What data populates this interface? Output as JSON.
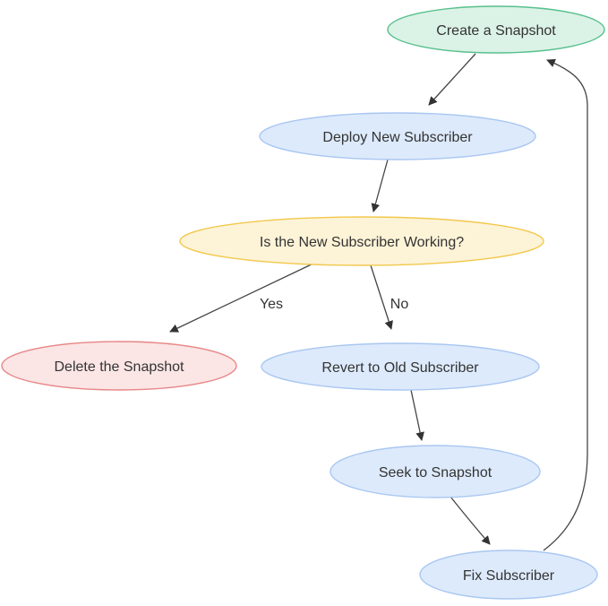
{
  "diagram": {
    "background": "#ffffff",
    "edge_color": "#454545",
    "arrowhead_color": "#333333",
    "text_color": "#333333"
  },
  "nodes": [
    {
      "id": "create-a-snapshot",
      "label": "Create a Snapshot",
      "fill": "#dbf2e6",
      "stroke": "#58c08d"
    },
    {
      "id": "deploy-new-subscriber",
      "label": "Deploy New Subscriber",
      "fill": "#ddeafc",
      "stroke": "#a9c7f1"
    },
    {
      "id": "is-the-new-subscriber-working",
      "label": "Is the New Subscriber Working?",
      "fill": "#fdf3d7",
      "stroke": "#f2c84b"
    },
    {
      "id": "delete-the-snapshot",
      "label": "Delete the Snapshot",
      "fill": "#fbe5e5",
      "stroke": "#e88686"
    },
    {
      "id": "revert-to-old-subscriber",
      "label": "Revert to Old Subscriber",
      "fill": "#ddeafc",
      "stroke": "#a9c7f1"
    },
    {
      "id": "seek-to-snapshot",
      "label": "Seek to Snapshot",
      "fill": "#ddeafc",
      "stroke": "#a9c7f1"
    },
    {
      "id": "fix-subscriber",
      "label": "Fix Subscriber",
      "fill": "#ddeafc",
      "stroke": "#a9c7f1"
    }
  ],
  "edges": [
    {
      "from": "create-a-snapshot",
      "to": "deploy-new-subscriber",
      "label": ""
    },
    {
      "from": "deploy-new-subscriber",
      "to": "is-the-new-subscriber-working",
      "label": ""
    },
    {
      "from": "is-the-new-subscriber-working",
      "to": "delete-the-snapshot",
      "label": "Yes"
    },
    {
      "from": "is-the-new-subscriber-working",
      "to": "revert-to-old-subscriber",
      "label": "No"
    },
    {
      "from": "revert-to-old-subscriber",
      "to": "seek-to-snapshot",
      "label": ""
    },
    {
      "from": "seek-to-snapshot",
      "to": "fix-subscriber",
      "label": ""
    },
    {
      "from": "fix-subscriber",
      "to": "create-a-snapshot",
      "label": ""
    }
  ]
}
